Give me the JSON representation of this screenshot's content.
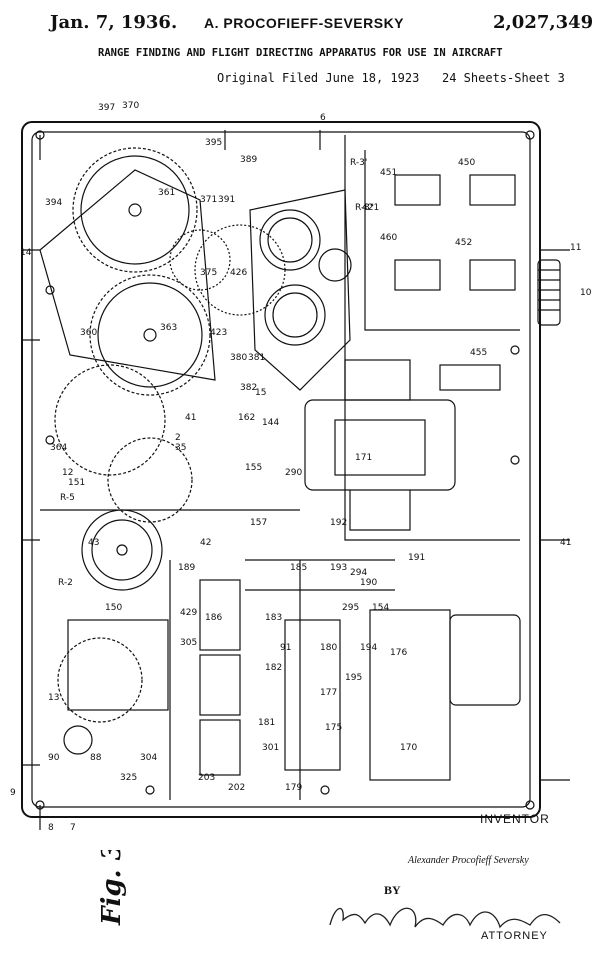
{
  "header": {
    "date": "Jan. 7, 1936.",
    "inventor": "A. PROCOFIEFF-SEVERSKY",
    "patent_number": "2,027,349",
    "title": "RANGE FINDING AND FLIGHT DIRECTING APPARATUS FOR USE IN AIRCRAFT",
    "filed": "Original Filed June 18, 1923",
    "sheets": "24 Sheets-Sheet 3"
  },
  "drawing": {
    "reference_numerals": [
      "397",
      "370",
      "395",
      "389",
      "371",
      "391",
      "361",
      "394",
      "14",
      "426",
      "375",
      "363",
      "360",
      "423",
      "380",
      "381",
      "382",
      "162",
      "144",
      "364",
      "151",
      "35",
      "12",
      "155",
      "290",
      "R-5",
      "157",
      "192",
      "193",
      "191",
      "R-2",
      "189",
      "185",
      "150",
      "294",
      "190",
      "154",
      "295",
      "186",
      "429",
      "183",
      "305",
      "91",
      "182",
      "180",
      "176",
      "194",
      "13",
      "195",
      "177",
      "181",
      "301",
      "175",
      "170",
      "90",
      "88",
      "325",
      "304",
      "203",
      "202",
      "179",
      "451",
      "450",
      "460",
      "452",
      "455",
      "171",
      "421",
      "R-3'",
      "R-3\"",
      "10",
      "11",
      "15",
      "6",
      "7",
      "8",
      "9",
      "41",
      "43",
      "42",
      "41",
      "2"
    ],
    "section_marks": [
      "11",
      "14",
      "10",
      "9",
      "8",
      "7",
      "6",
      "15"
    ]
  },
  "figure_label": "Fig. 3",
  "footer": {
    "inventor_label": "INVENTOR",
    "inventor_name": "Alexander Procofieff Seversky",
    "by": "BY",
    "attorney_signature": "Emery Booth Janney & Varney",
    "attorney_label": "ATTORNEY"
  }
}
